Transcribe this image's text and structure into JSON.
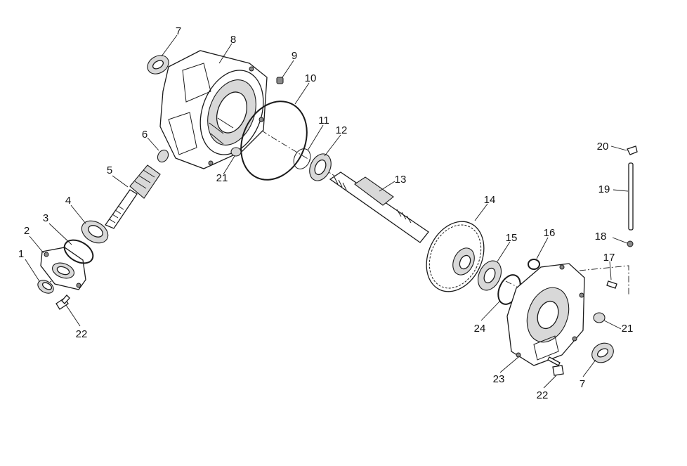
{
  "callouts": {
    "c1": "1",
    "c2": "2",
    "c3": "3",
    "c4": "4",
    "c5": "5",
    "c6": "6",
    "c7a": "7",
    "c7b": "7",
    "c8": "8",
    "c9": "9",
    "c10": "10",
    "c11": "11",
    "c12": "12",
    "c13": "13",
    "c14": "14",
    "c15": "15",
    "c16": "16",
    "c17": "17",
    "c18": "18",
    "c19": "19",
    "c20": "20",
    "c21a": "21",
    "c21b": "21",
    "c22a": "22",
    "c22b": "22",
    "c23": "23",
    "c24": "24"
  }
}
